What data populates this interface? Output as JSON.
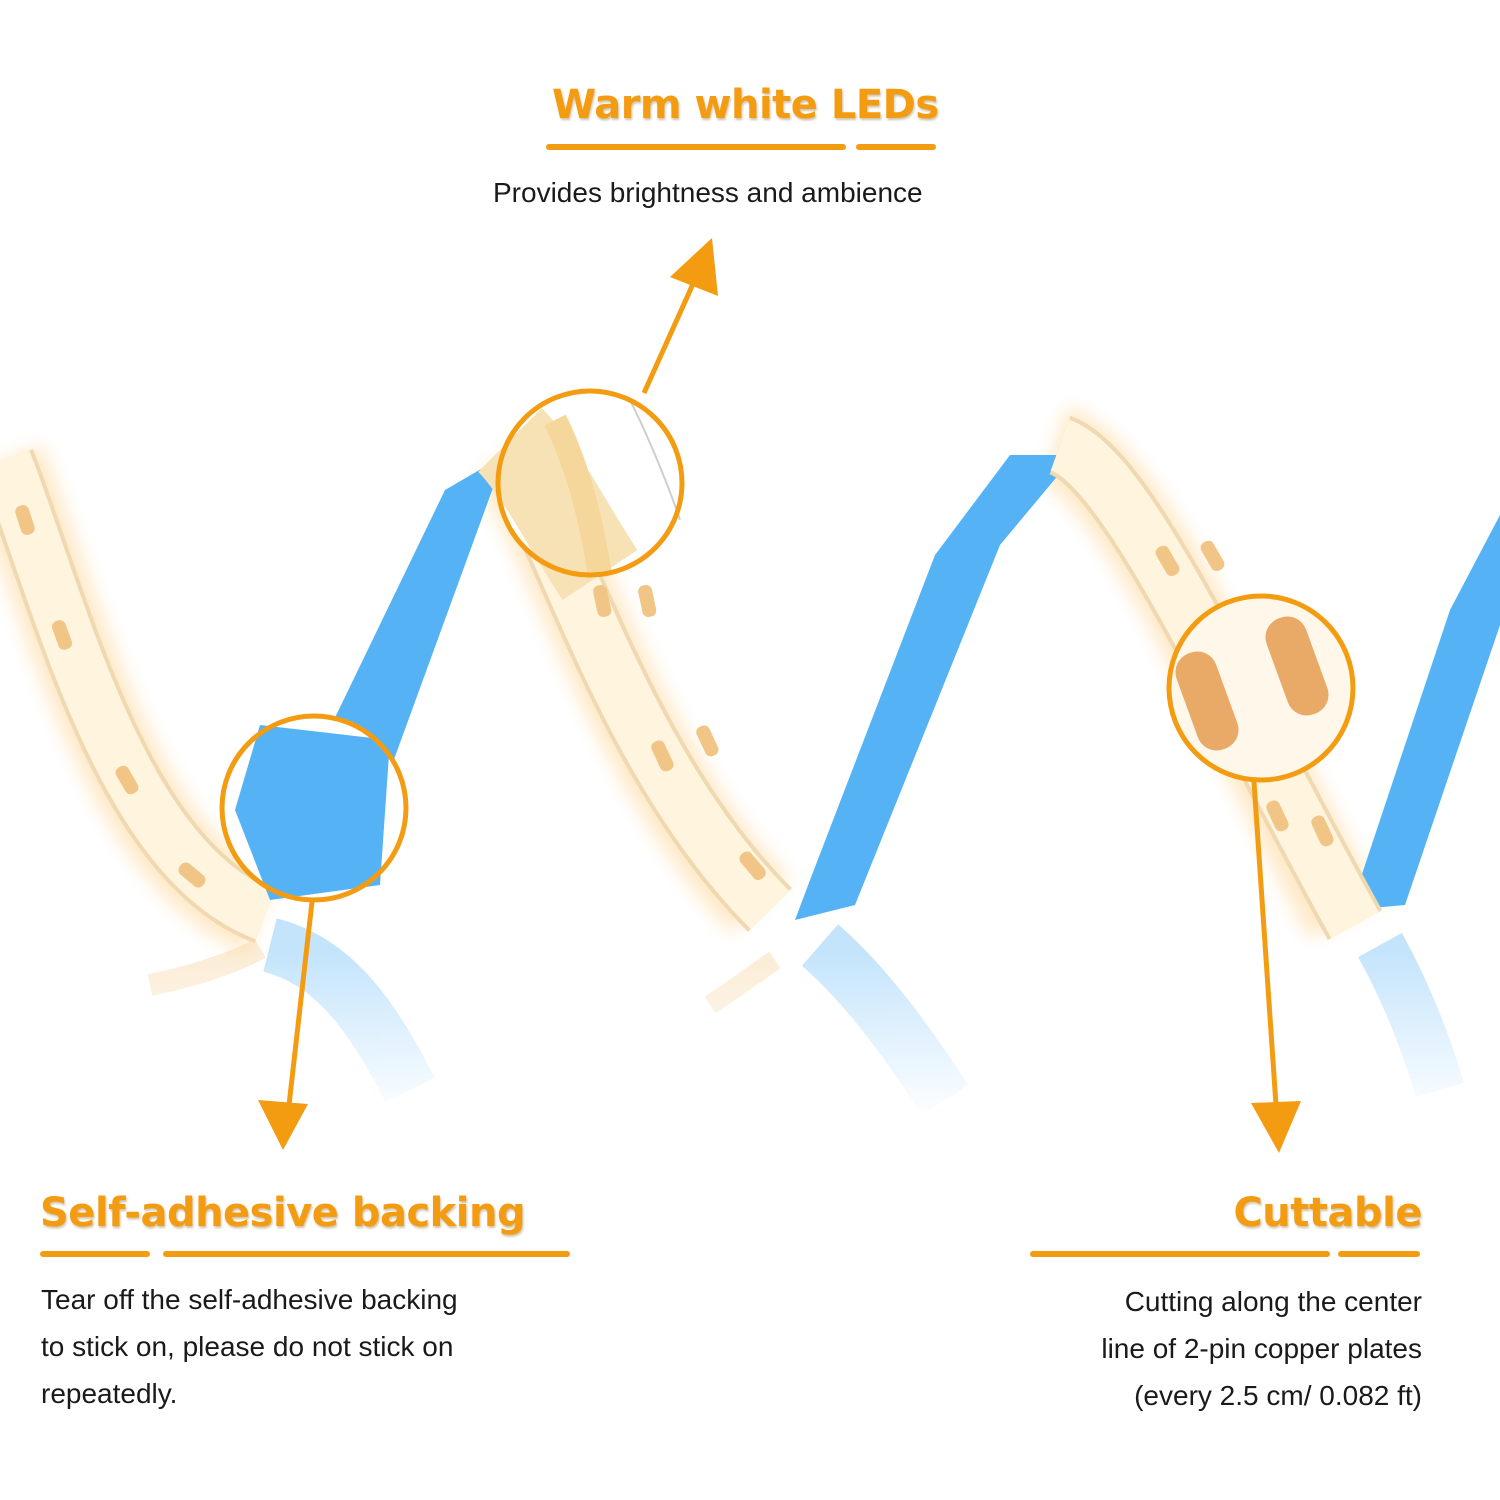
{
  "colors": {
    "accent": "#f39c12",
    "backing": "#55b3f5",
    "led_strip": "#fff3dc",
    "led_chip": "#f1c585",
    "text": "#1a1a1a"
  },
  "features": {
    "warm": {
      "title": "Warm white LEDs",
      "lines": [
        "Provides brightness and ambience"
      ]
    },
    "adhesive": {
      "title": "Self-adhesive backing",
      "lines": [
        "Tear off the self-adhesive backing",
        "to stick on, please do not stick on",
        "repeatedly."
      ]
    },
    "cuttable": {
      "title": "Cuttable",
      "lines": [
        "Cutting along the center",
        "line of 2-pin copper plates",
        "(every 2.5 cm/ 0.082 ft)"
      ]
    }
  }
}
